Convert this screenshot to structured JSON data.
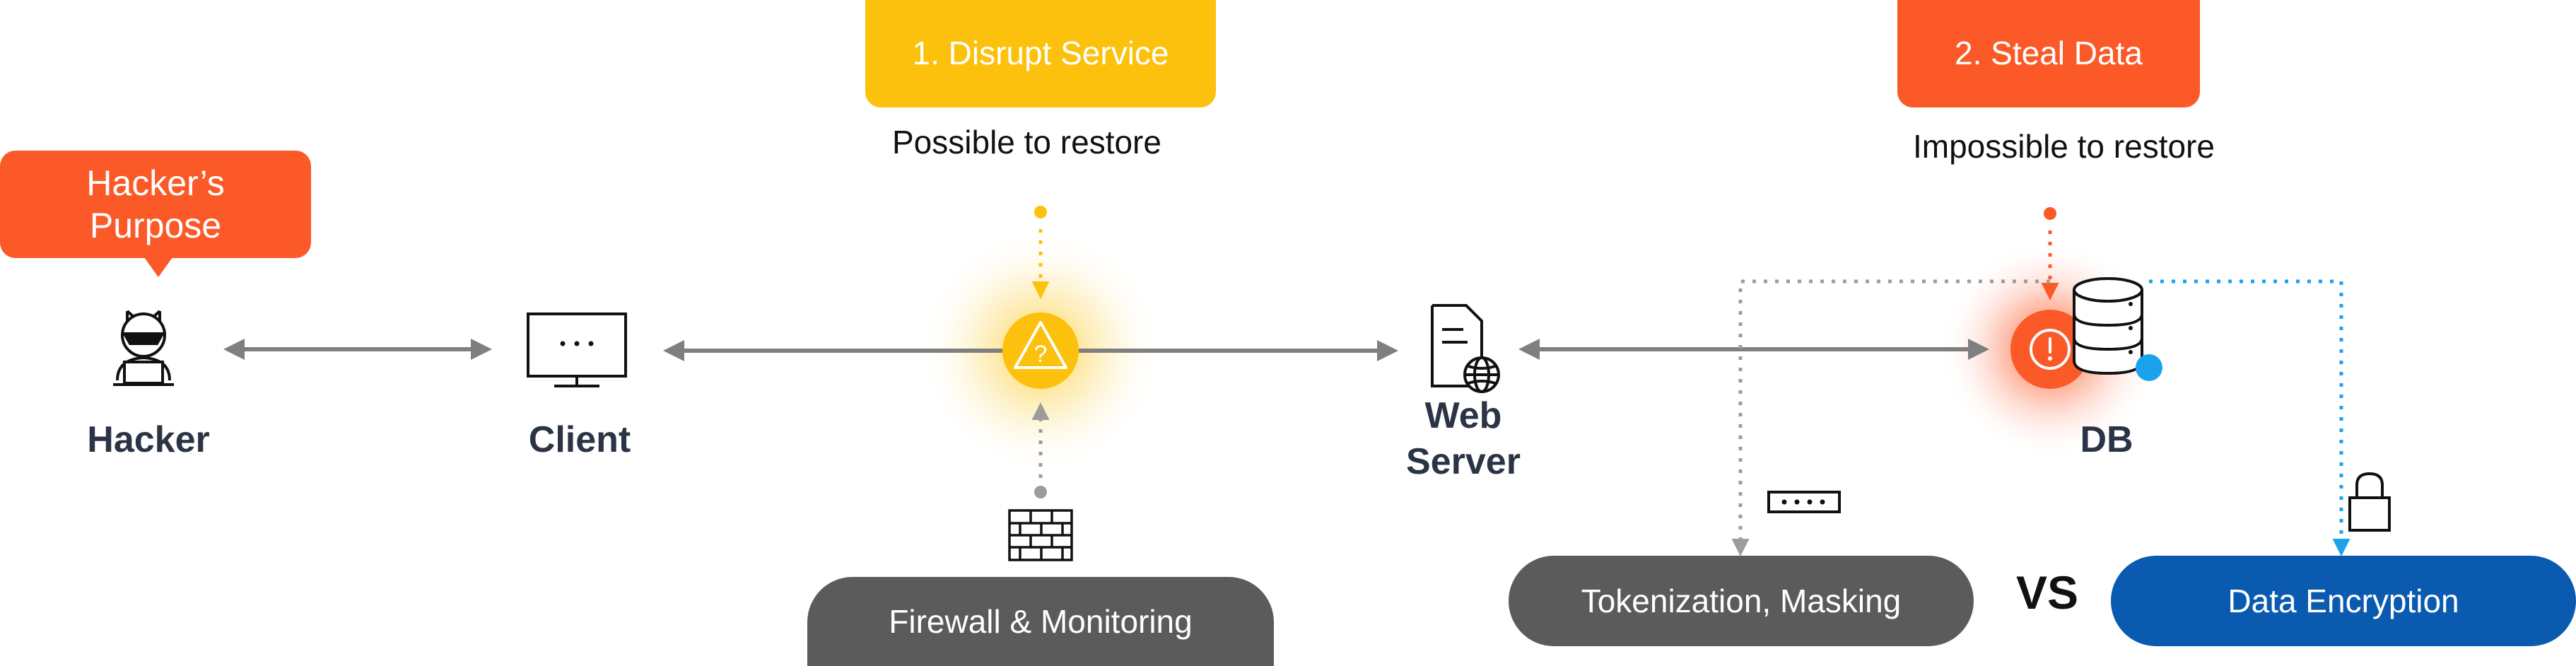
{
  "purpose_tag": "Hacker’s Purpose",
  "nodes": {
    "hacker": "Hacker",
    "client": "Client",
    "web_server": "Web Server",
    "db": "DB"
  },
  "threats": {
    "disrupt": {
      "label": "1. Disrupt Service",
      "caption": "Possible to restore"
    },
    "steal": {
      "label": "2. Steal Data",
      "caption": "Impossible to restore"
    }
  },
  "defenses": {
    "firewall": "Firewall & Monitoring",
    "tokenization": "Tokenization, Masking",
    "vs": "VS",
    "encryption": "Data Encryption"
  },
  "colors": {
    "orange": "#fb5a28",
    "yellow": "#fcc10c",
    "gray_pill": "#5b5b5b",
    "blue_pill": "#0a5bb0",
    "blue_dot": "#1aa3ec",
    "arrow_gray": "#7f7f7f"
  },
  "icons": [
    "hacker-icon",
    "monitor-icon",
    "server-globe-icon",
    "database-icon",
    "warning-icon",
    "alert-icon",
    "brick-wall-icon",
    "password-field-icon",
    "lock-icon"
  ]
}
